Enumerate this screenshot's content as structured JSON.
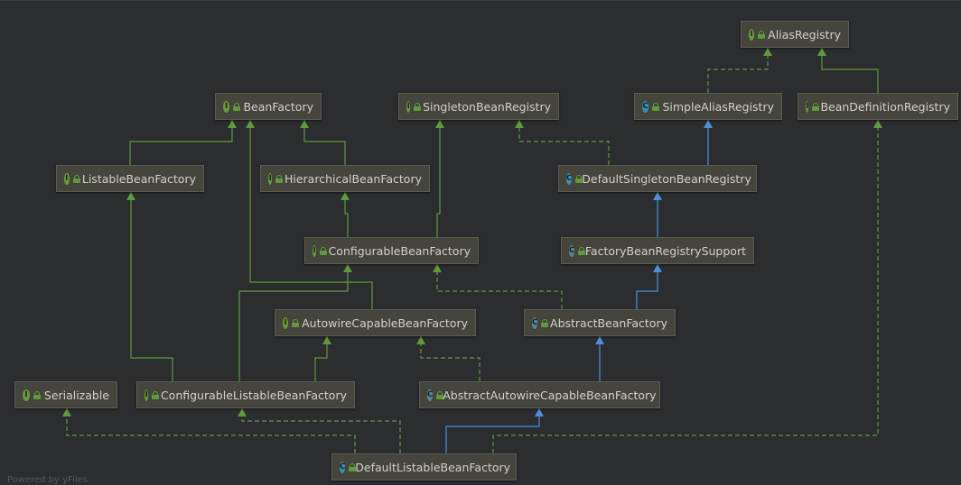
{
  "nodes": [
    {
      "id": "AliasRegistry",
      "label": "AliasRegistry",
      "kind": "interface",
      "badge": "I"
    },
    {
      "id": "BeanFactory",
      "label": "BeanFactory",
      "kind": "interface",
      "badge": "I"
    },
    {
      "id": "SingletonBeanRegistry",
      "label": "SingletonBeanRegistry",
      "kind": "interface",
      "badge": "I"
    },
    {
      "id": "SimpleAliasRegistry",
      "label": "SimpleAliasRegistry",
      "kind": "class",
      "badge": "C"
    },
    {
      "id": "BeanDefinitionRegistry",
      "label": "BeanDefinitionRegistry",
      "kind": "interface",
      "badge": "I"
    },
    {
      "id": "ListableBeanFactory",
      "label": "ListableBeanFactory",
      "kind": "interface",
      "badge": "I"
    },
    {
      "id": "HierarchicalBeanFactory",
      "label": "HierarchicalBeanFactory",
      "kind": "interface",
      "badge": "I"
    },
    {
      "id": "DefaultSingletonBeanRegistry",
      "label": "DefaultSingletonBeanRegistry",
      "kind": "class",
      "badge": "C"
    },
    {
      "id": "ConfigurableBeanFactory",
      "label": "ConfigurableBeanFactory",
      "kind": "interface",
      "badge": "I"
    },
    {
      "id": "FactoryBeanRegistrySupport",
      "label": "FactoryBeanRegistrySupport",
      "kind": "abstract",
      "badge": "C"
    },
    {
      "id": "AutowireCapableBeanFactory",
      "label": "AutowireCapableBeanFactory",
      "kind": "interface",
      "badge": "I"
    },
    {
      "id": "AbstractBeanFactory",
      "label": "AbstractBeanFactory",
      "kind": "abstract",
      "badge": "C"
    },
    {
      "id": "Serializable",
      "label": "Serializable",
      "kind": "interface",
      "badge": "I"
    },
    {
      "id": "ConfigurableListableBeanFactory",
      "label": "ConfigurableListableBeanFactory",
      "kind": "interface",
      "badge": "I"
    },
    {
      "id": "AbstractAutowireCapableBeanFactory",
      "label": "AbstractAutowireCapableBeanFactory",
      "kind": "abstract",
      "badge": "C"
    },
    {
      "id": "DefaultListableBeanFactory",
      "label": "DefaultListableBeanFactory",
      "kind": "class",
      "badge": "C"
    }
  ],
  "edges": [
    {
      "from": "SimpleAliasRegistry",
      "to": "AliasRegistry",
      "type": "implements"
    },
    {
      "from": "BeanDefinitionRegistry",
      "to": "AliasRegistry",
      "type": "extends-interface"
    },
    {
      "from": "ListableBeanFactory",
      "to": "BeanFactory",
      "type": "extends-interface"
    },
    {
      "from": "HierarchicalBeanFactory",
      "to": "BeanFactory",
      "type": "extends-interface"
    },
    {
      "from": "AutowireCapableBeanFactory",
      "to": "BeanFactory",
      "type": "extends-interface"
    },
    {
      "from": "DefaultSingletonBeanRegistry",
      "to": "SimpleAliasRegistry",
      "type": "extends-class"
    },
    {
      "from": "DefaultSingletonBeanRegistry",
      "to": "SingletonBeanRegistry",
      "type": "implements"
    },
    {
      "from": "ConfigurableBeanFactory",
      "to": "HierarchicalBeanFactory",
      "type": "extends-interface"
    },
    {
      "from": "ConfigurableBeanFactory",
      "to": "SingletonBeanRegistry",
      "type": "extends-interface"
    },
    {
      "from": "FactoryBeanRegistrySupport",
      "to": "DefaultSingletonBeanRegistry",
      "type": "extends-class"
    },
    {
      "from": "AbstractBeanFactory",
      "to": "FactoryBeanRegistrySupport",
      "type": "extends-class"
    },
    {
      "from": "AbstractBeanFactory",
      "to": "ConfigurableBeanFactory",
      "type": "implements"
    },
    {
      "from": "ConfigurableListableBeanFactory",
      "to": "ListableBeanFactory",
      "type": "extends-interface"
    },
    {
      "from": "ConfigurableListableBeanFactory",
      "to": "AutowireCapableBeanFactory",
      "type": "extends-interface"
    },
    {
      "from": "ConfigurableListableBeanFactory",
      "to": "ConfigurableBeanFactory",
      "type": "extends-interface"
    },
    {
      "from": "AbstractAutowireCapableBeanFactory",
      "to": "AbstractBeanFactory",
      "type": "extends-class"
    },
    {
      "from": "AbstractAutowireCapableBeanFactory",
      "to": "AutowireCapableBeanFactory",
      "type": "implements"
    },
    {
      "from": "DefaultListableBeanFactory",
      "to": "AbstractAutowireCapableBeanFactory",
      "type": "extends-class"
    },
    {
      "from": "DefaultListableBeanFactory",
      "to": "ConfigurableListableBeanFactory",
      "type": "implements"
    },
    {
      "from": "DefaultListableBeanFactory",
      "to": "Serializable",
      "type": "implements"
    },
    {
      "from": "DefaultListableBeanFactory",
      "to": "BeanDefinitionRegistry",
      "type": "implements"
    }
  ],
  "colors": {
    "background": "#2b2d30",
    "node_fill": "#45443d",
    "interface_edge": "#5f9a3d",
    "class_edge": "#4e8fd8",
    "interface_badge": "#6a9a3a",
    "class_badge": "#3d8fb0"
  },
  "footer_text": "Powered by yFiles"
}
